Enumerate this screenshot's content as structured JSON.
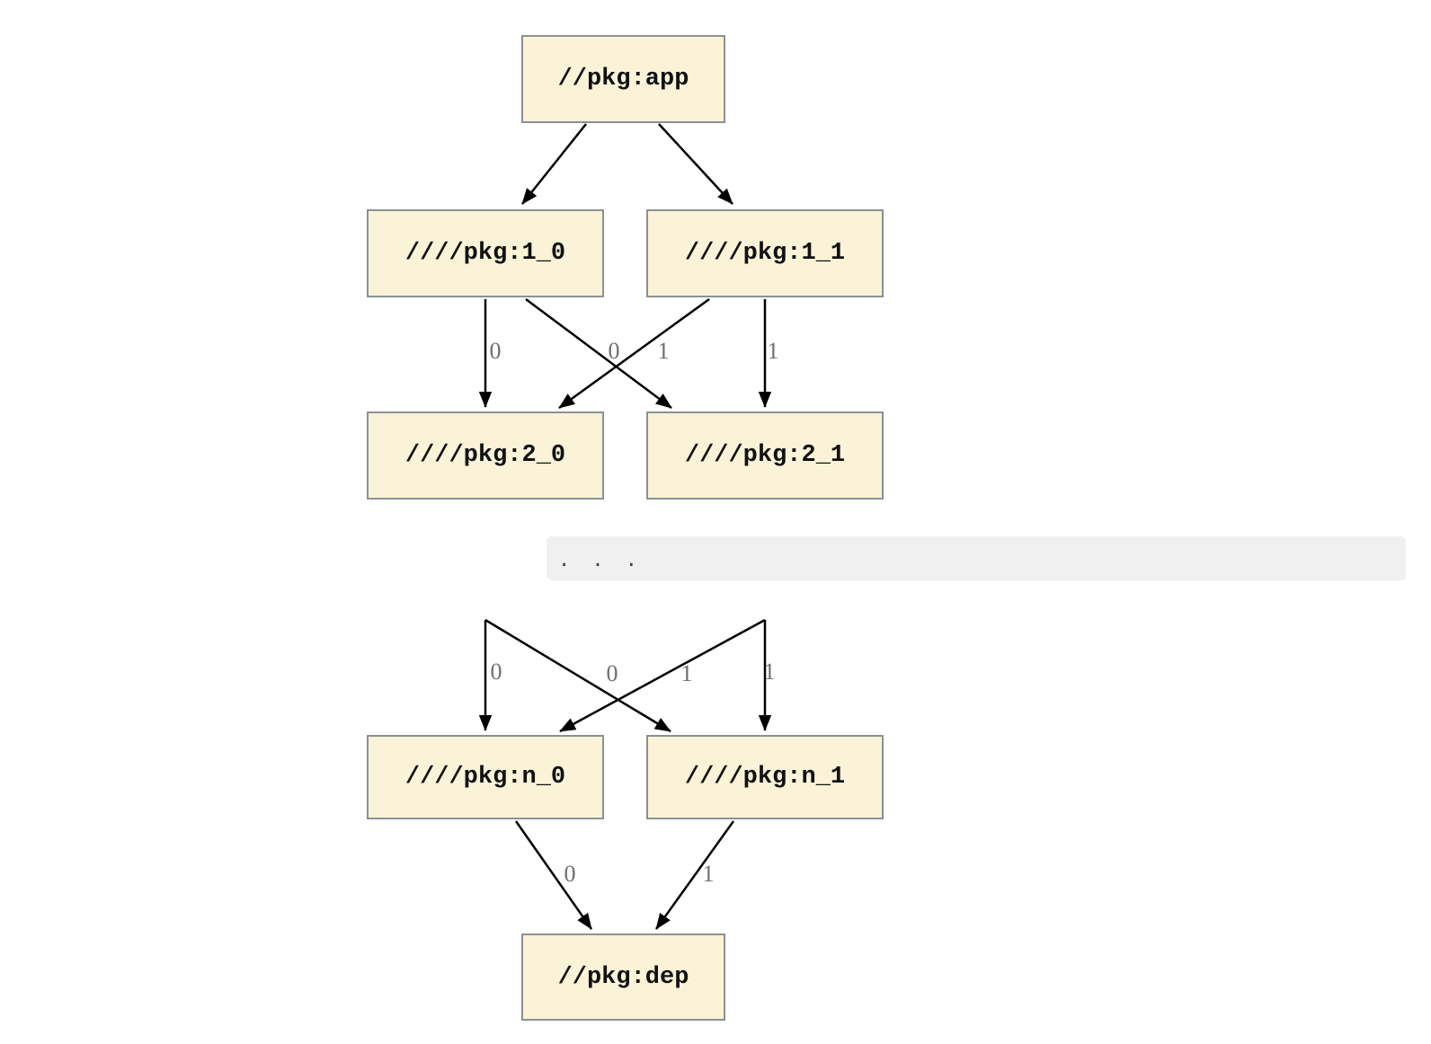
{
  "diagram": {
    "type": "dependency-graph",
    "nodes": {
      "app": {
        "label": "//pkg:app"
      },
      "t1_0": {
        "label": "////pkg:1_0"
      },
      "t1_1": {
        "label": "////pkg:1_1"
      },
      "t2_0": {
        "label": "////pkg:2_0"
      },
      "t2_1": {
        "label": "////pkg:2_1"
      },
      "tn_0": {
        "label": "////pkg:n_0"
      },
      "tn_1": {
        "label": "////pkg:n_1"
      },
      "dep": {
        "label": "//pkg:dep"
      }
    },
    "ellipsis": ". . .",
    "edges": [
      {
        "from": "//pkg:app",
        "to": "////pkg:1_0",
        "label": ""
      },
      {
        "from": "//pkg:app",
        "to": "////pkg:1_1",
        "label": ""
      },
      {
        "from": "////pkg:1_0",
        "to": "////pkg:2_0",
        "label": "0"
      },
      {
        "from": "////pkg:1_1",
        "to": "////pkg:2_0",
        "label": "0"
      },
      {
        "from": "////pkg:1_0",
        "to": "////pkg:2_1",
        "label": "1"
      },
      {
        "from": "////pkg:1_1",
        "to": "////pkg:2_1",
        "label": "1"
      },
      {
        "from": ". . .",
        "to": "////pkg:n_0",
        "label": "0"
      },
      {
        "from": ". . .",
        "to": "////pkg:n_0",
        "label": "0"
      },
      {
        "from": ". . .",
        "to": "////pkg:n_1",
        "label": "1"
      },
      {
        "from": ". . .",
        "to": "////pkg:n_1",
        "label": "1"
      },
      {
        "from": "////pkg:n_0",
        "to": "//pkg:dep",
        "label": "0"
      },
      {
        "from": "////pkg:n_1",
        "to": "//pkg:dep",
        "label": "1"
      }
    ],
    "colors": {
      "node_fill": "#FBF3D7",
      "node_border": "#8A9197",
      "edge": "#000000",
      "edge_label": "#6F6F6F",
      "ellipsis_bg": "#F0F0F0",
      "ellipsis_text": "#3B3B3B",
      "background": "#FFFFFF"
    }
  }
}
